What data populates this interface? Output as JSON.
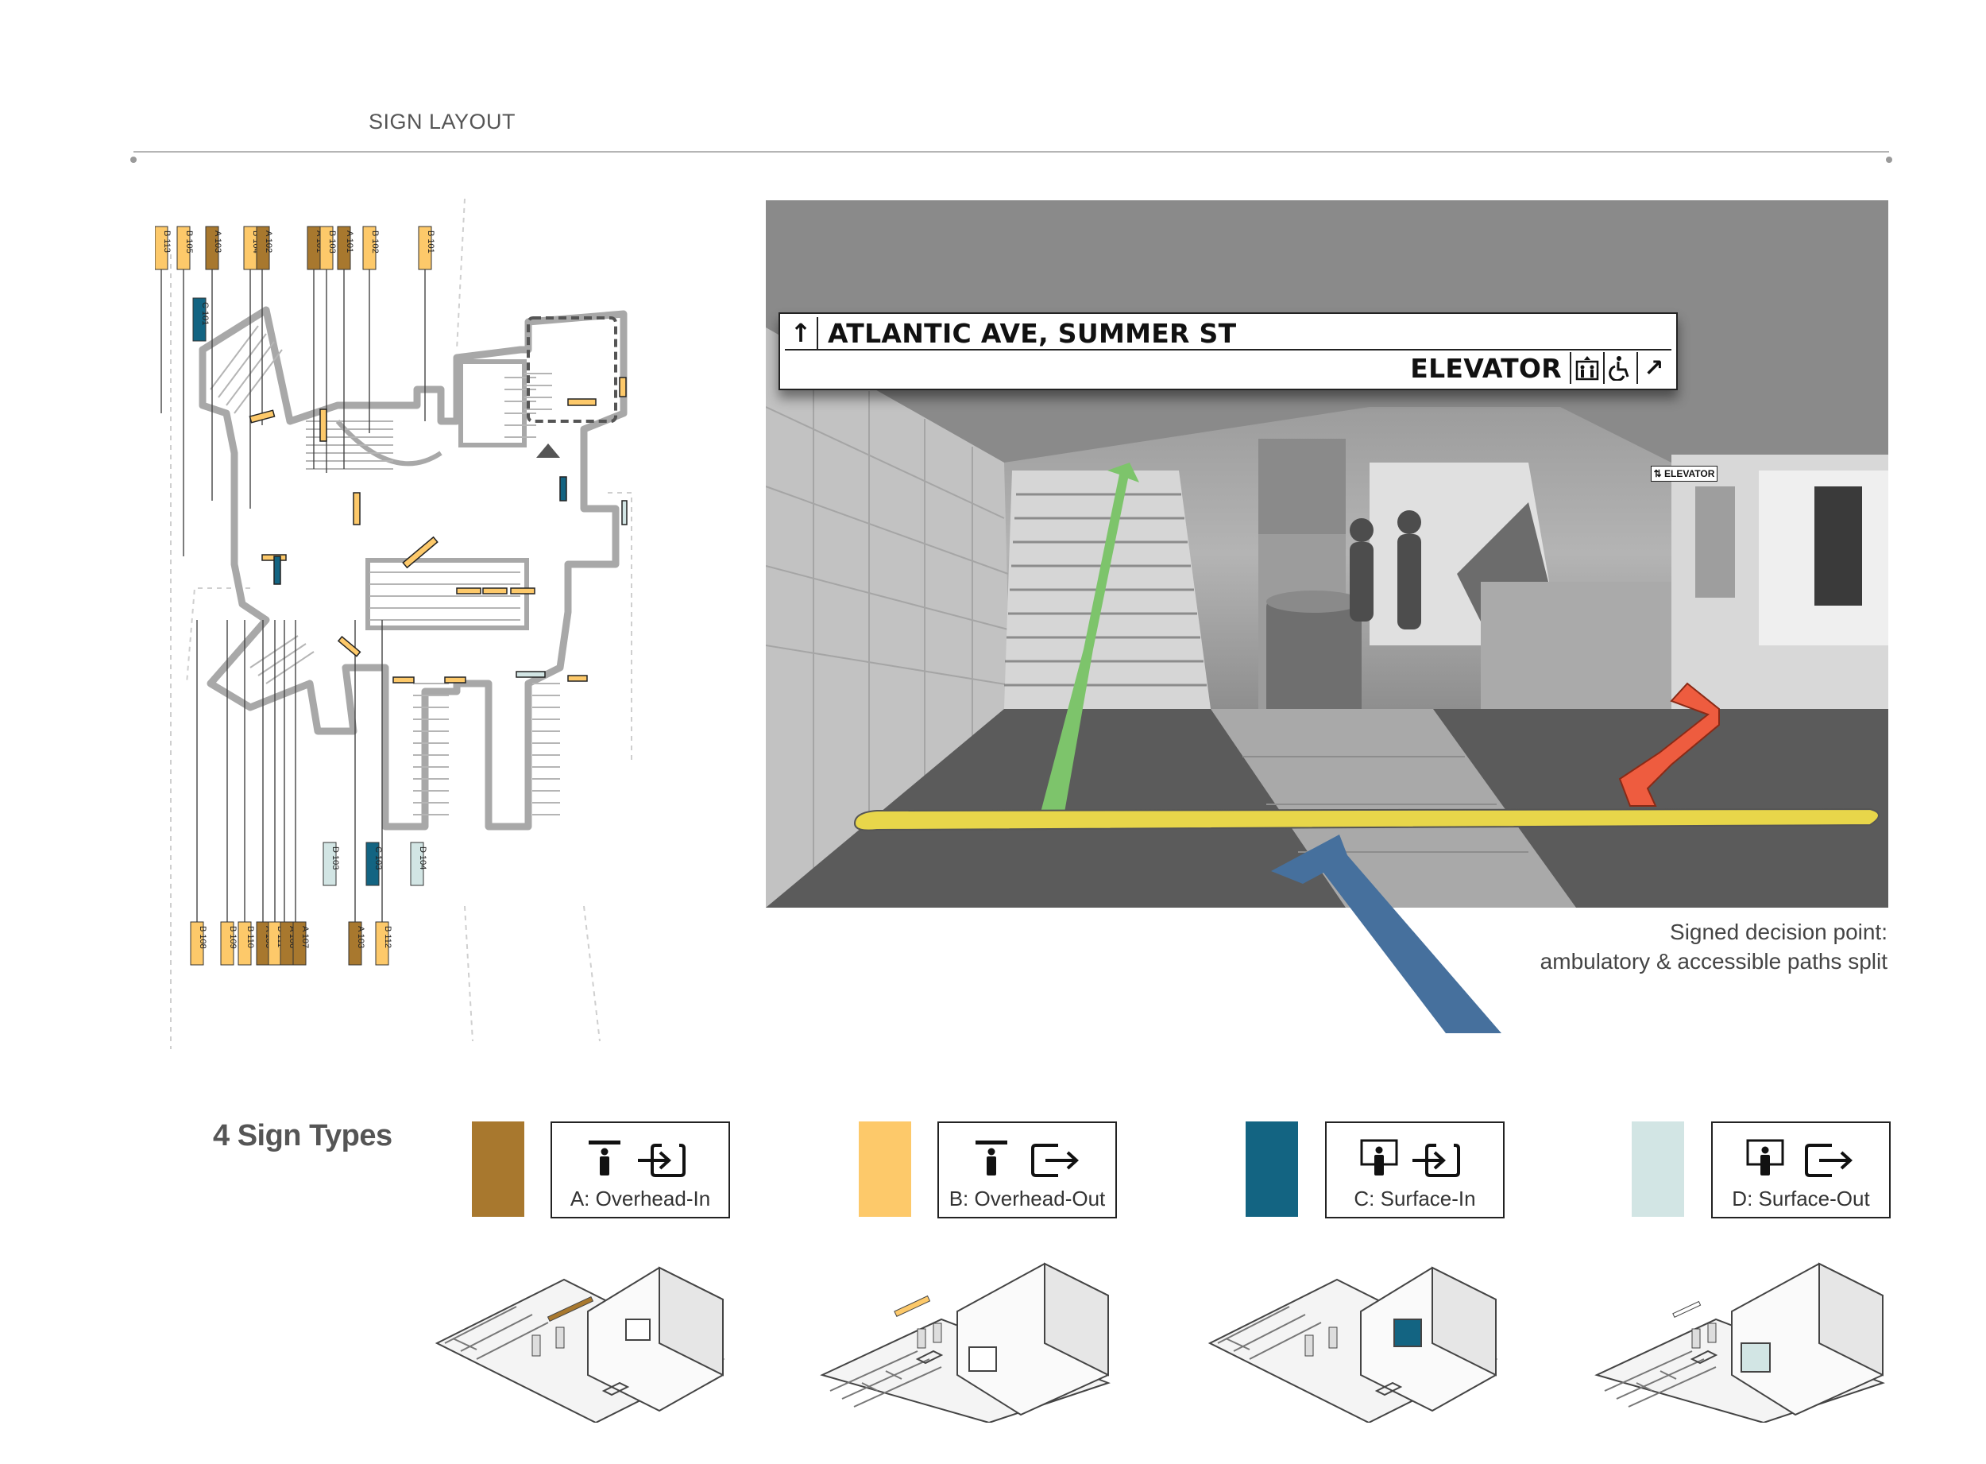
{
  "header": {
    "section_title": "SIGN LAYOUT"
  },
  "floor_plan": {
    "labels_top": [
      "B 113",
      "B 105",
      "A 103",
      "B 104",
      "A 102",
      "A 101",
      "B 103",
      "A 101",
      "B 102",
      "B 101"
    ],
    "labels_bottom": [
      "B 108",
      "B 109",
      "B 110",
      "A 105",
      "B 111",
      "A 106",
      "A 107",
      "A 103",
      "B 112"
    ],
    "labels_mid": [
      "C 101",
      "D 103",
      "C 103",
      "D 104"
    ]
  },
  "photo": {
    "overhead_sign": {
      "line1_arrow": "↑",
      "line1_text": "ATLANTIC AVE, SUMMER ST",
      "line2_text": "ELEVATOR",
      "line2_icons": [
        "elevator-icon",
        "accessible-icon",
        "arrow-up-right-icon"
      ],
      "line2_arrow": "↗"
    },
    "small_sign_text": "⇅ ELEVATOR",
    "path_colors": {
      "stairs": "#7dc46b",
      "accessible": "#ee5c3f",
      "main": "#e8d64a",
      "approach": "#46709d"
    }
  },
  "caption": {
    "line1": "Signed decision point:",
    "line2": "ambulatory & accessible paths split"
  },
  "sign_types": {
    "heading": "4 Sign Types",
    "items": [
      {
        "label": "A: Overhead-In",
        "color": "#a8782e"
      },
      {
        "label": "B: Overhead-Out",
        "color": "#fdc96a"
      },
      {
        "label": "C: Surface-In",
        "color": "#136482"
      },
      {
        "label": "D: Surface-Out",
        "color": "#d2e5e4"
      }
    ]
  }
}
